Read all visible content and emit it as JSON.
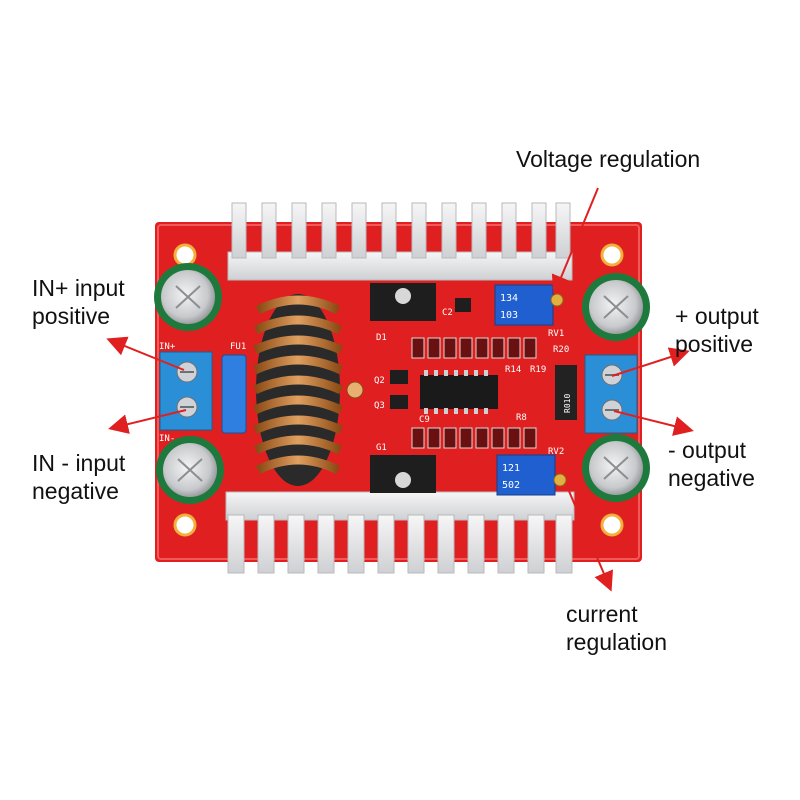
{
  "annotations": {
    "voltage_regulation": "Voltage regulation",
    "in_plus_line1": "IN+ input",
    "in_plus_line2": "positive",
    "in_minus_line1": "IN - input",
    "in_minus_line2": "negative",
    "out_plus_line1": "+ output",
    "out_plus_line2": "positive",
    "out_minus_line1": "- output",
    "out_minus_line2": "negative",
    "current_line1": "current",
    "current_line2": "regulation"
  },
  "silkscreen": {
    "in_plus": "IN+",
    "in_minus": "IN-",
    "rv1": "RV1",
    "rv2": "RV2",
    "pot_top_code": "134",
    "pot_top_code2": "103",
    "pot_bottom_code": "121",
    "pot_bottom_code2": "502",
    "r20": "R20",
    "r14": "R14",
    "r19": "R19",
    "r8": "R8",
    "c9": "C9",
    "c2": "C2",
    "d1": "D1",
    "g1": "G1",
    "fu1": "FU1",
    "q2": "Q2",
    "q3": "Q3",
    "r010": "R010"
  },
  "colors": {
    "pcb_red": "#e02020",
    "arrow_red": "#e02020",
    "heatsink": "#e8e8ea",
    "terminal_blue": "#2a8fd6",
    "pot_blue": "#1f5fd0",
    "copper": "#c87a30"
  }
}
